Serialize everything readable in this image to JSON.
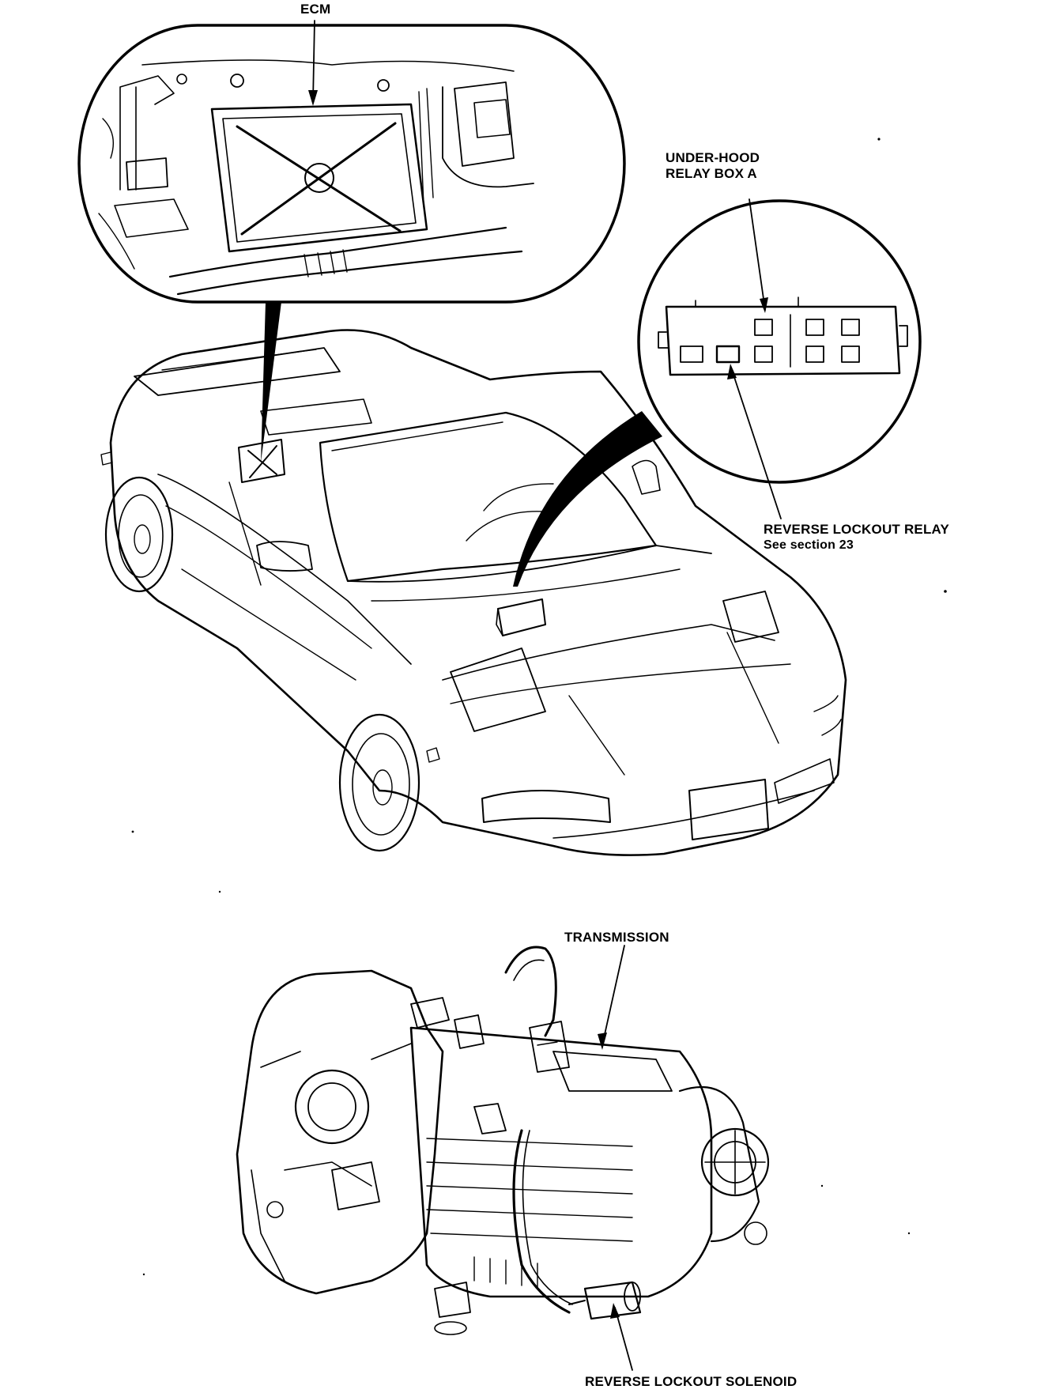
{
  "labels": {
    "ecm": "ECM",
    "relay_box_line1": "UNDER-HOOD",
    "relay_box_line2": "RELAY BOX A",
    "reverse_relay": "REVERSE LOCKOUT RELAY",
    "reverse_relay_note": "See section 23",
    "transmission": "TRANSMISSION",
    "reverse_solenoid": "REVERSE LOCKOUT SOLENOID"
  },
  "colors": {
    "line": "#000000",
    "background": "#ffffff"
  }
}
